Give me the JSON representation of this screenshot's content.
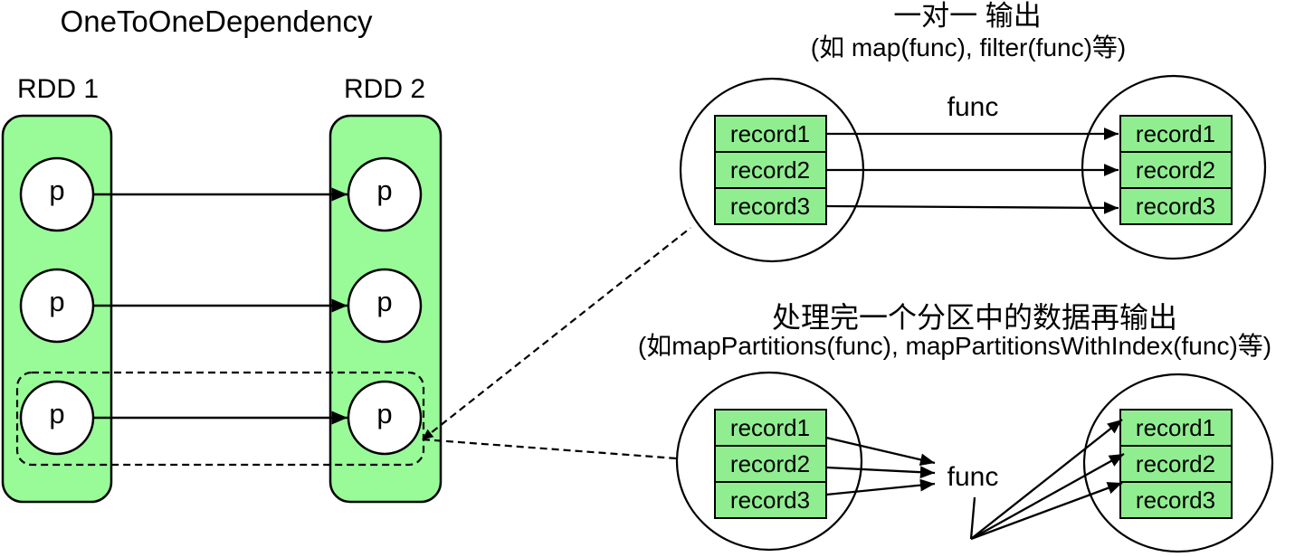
{
  "colors": {
    "background": "#FFFFFF",
    "partition_fill": "#98FB98",
    "record_fill": "#90EE90",
    "stroke": "#000000",
    "text": "#000000"
  },
  "dependency": {
    "title": "OneToOneDependency",
    "rdd1_label": "RDD 1",
    "rdd2_label": "RDD 2",
    "partition_label": "p"
  },
  "one_to_one": {
    "title_line1": "一对一 输出",
    "title_line2": "(如 map(func), filter(func)等)",
    "func_label": "func",
    "input_records": [
      "record1",
      "record2",
      "record3"
    ],
    "output_records": [
      "record1",
      "record2",
      "record3"
    ]
  },
  "map_partitions": {
    "title_line1": "处理完一个分区中的数据再输出",
    "title_line2": "(如mapPartitions(func), mapPartitionsWithIndex(func)等)",
    "func_label": "func",
    "input_records": [
      "record1",
      "record2",
      "record3"
    ],
    "output_records": [
      "record1",
      "record2",
      "record3"
    ]
  }
}
